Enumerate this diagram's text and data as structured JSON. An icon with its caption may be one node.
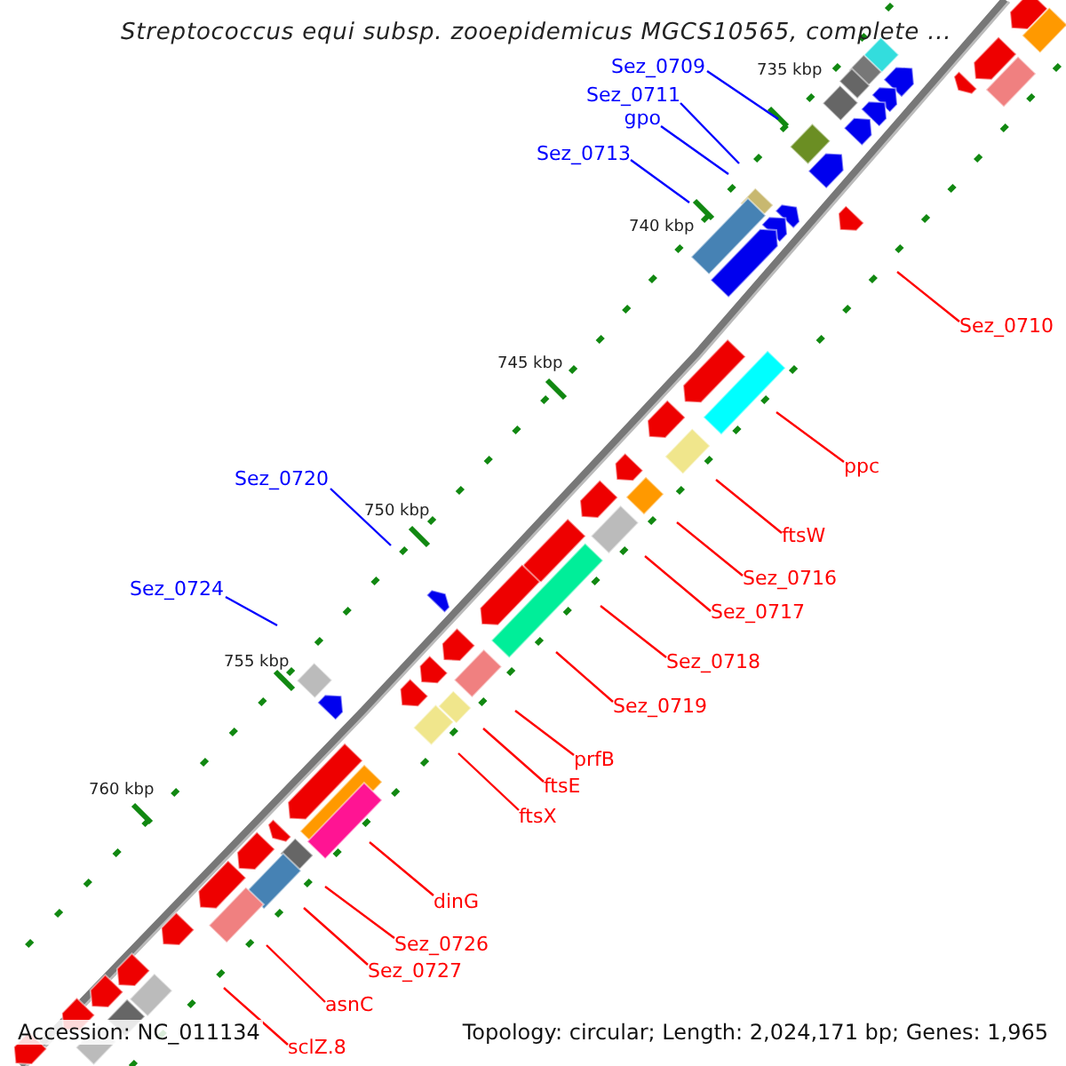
{
  "diagram": {
    "title": "Streptococcus equi subsp. zooepidemicus MGCS10565, complete ...",
    "nodes": [
      {
        "text": [
          "Sez_0709"
        ]
      },
      {
        "text": [
          "Sez_0711"
        ]
      },
      {
        "text": [
          "gpo"
        ]
      },
      {
        "text": [
          "Sez_0713"
        ]
      },
      {
        "text": [
          "Sez_0710"
        ]
      },
      {
        "text": [
          "ppc"
        ]
      },
      {
        "text": [
          "ftsW"
        ]
      },
      {
        "text": [
          "Sez_0716"
        ]
      },
      {
        "text": [
          "Sez_0717"
        ]
      },
      {
        "text": [
          "Sez_0720"
        ]
      },
      {
        "text": [
          "Sez_0718"
        ]
      },
      {
        "text": [
          "Sez_0724"
        ]
      },
      {
        "text": [
          "Sez_0719"
        ]
      },
      {
        "text": [
          "prfB"
        ]
      },
      {
        "text": [
          "ftsE"
        ]
      },
      {
        "text": [
          "ftsX"
        ]
      },
      {
        "text": [
          "dinG"
        ]
      },
      {
        "text": [
          "Sez_0726"
        ]
      },
      {
        "text": [
          "Sez_0727"
        ]
      },
      {
        "text": [
          "asnC"
        ]
      },
      {
        "text": [
          "sclZ.8"
        ]
      }
    ],
    "edges": [
      {
        "from": 0,
        "to": null,
        "arrow": "none",
        "color": "#0000ff"
      },
      {
        "from": 1,
        "to": null,
        "arrow": "none",
        "color": "#0000ff"
      },
      {
        "from": 2,
        "to": null,
        "arrow": "none",
        "color": "#0000ff"
      },
      {
        "from": 3,
        "to": null,
        "arrow": "none",
        "color": "#0000ff"
      },
      {
        "from": 4,
        "to": null,
        "arrow": "none"
      },
      {
        "from": 5,
        "to": null,
        "arrow": "none"
      },
      {
        "from": 6,
        "to": null,
        "arrow": "none"
      },
      {
        "from": 7,
        "to": null,
        "arrow": "none"
      },
      {
        "from": 8,
        "to": null,
        "arrow": "none"
      },
      {
        "from": 9,
        "to": null,
        "arrow": "none",
        "color": "#0000ff"
      },
      {
        "from": 10,
        "to": null,
        "arrow": "none"
      },
      {
        "from": 11,
        "to": null,
        "arrow": "none",
        "color": "#0000ff"
      },
      {
        "from": 12,
        "to": null,
        "arrow": "none"
      },
      {
        "from": 13,
        "to": null,
        "arrow": "none"
      },
      {
        "from": 14,
        "to": null,
        "arrow": "none"
      },
      {
        "from": 15,
        "to": null,
        "arrow": "none"
      },
      {
        "from": 16,
        "to": null,
        "arrow": "none"
      },
      {
        "from": 17,
        "to": null,
        "arrow": "none"
      },
      {
        "from": 18,
        "to": null,
        "arrow": "none"
      },
      {
        "from": 19,
        "to": null,
        "arrow": "none"
      },
      {
        "from": 20,
        "to": null,
        "arrow": "none"
      }
    ],
    "labels": [
      "735 kbp",
      "740 kbp",
      "745 kbp",
      "750 kbp",
      "755 kbp",
      "760 kbp",
      "Accession: NC_011134",
      "Topology: circular; Length: 2,024,171 bp; Genes: 1,965"
    ]
  }
}
